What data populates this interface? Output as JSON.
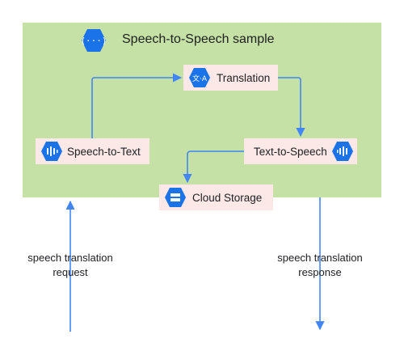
{
  "diagram": {
    "title": "Speech-to-Speech sample",
    "nodes": {
      "translation": {
        "label": "Translation",
        "icon": "translate-icon"
      },
      "speech_to_text": {
        "label": "Speech-to-Text",
        "icon": "speech-to-text-icon"
      },
      "text_to_speech": {
        "label": "Text-to-Speech",
        "icon": "text-to-speech-icon"
      },
      "cloud_storage": {
        "label": "Cloud Storage",
        "icon": "cloud-storage-icon"
      }
    },
    "external": {
      "request": [
        "speech translation",
        "request"
      ],
      "response": [
        "speech translation",
        "response"
      ]
    },
    "colors": {
      "group_fill": "#c5e1a5",
      "node_fill": "#fce8e6",
      "hex_blue": "#1a73e8",
      "arrow_blue": "#4285f4"
    }
  }
}
